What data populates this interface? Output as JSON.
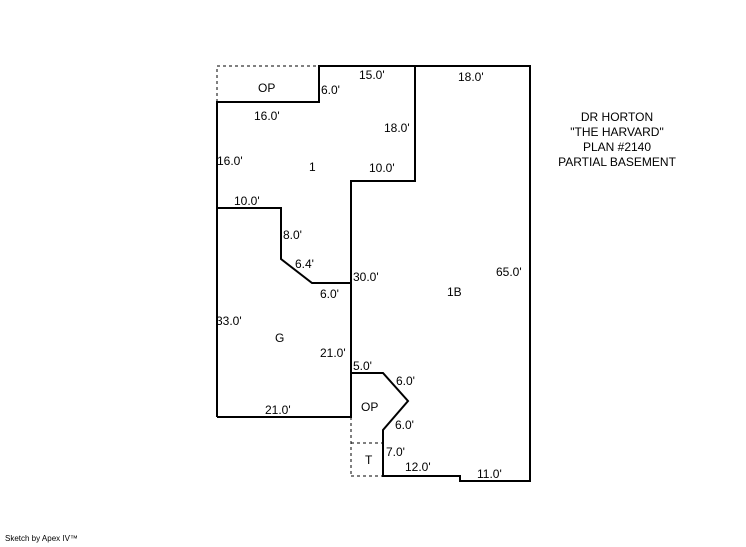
{
  "title_block": {
    "lines": [
      "DR HORTON",
      "\"THE HARVARD\"",
      "PLAN #2140",
      "PARTIAL BASEMENT"
    ]
  },
  "footer": {
    "credit": "Sketch by Apex IV™"
  },
  "areas": {
    "op_top": "OP",
    "first_floor": "1",
    "garage": "G",
    "basement": "1B",
    "op_bottom": "OP",
    "terrace": "T"
  },
  "dimensions": {
    "op_right": "6.0'",
    "top_mid": "15.0'",
    "top_right": "18.0'",
    "first_bottom": "16.0'",
    "mid_vertical": "18.0'",
    "first_left": "16.0'",
    "step_horizontal": "10.0'",
    "garage_top": "10.0'",
    "garage_notch_v": "8.0'",
    "garage_diag": "6.4'",
    "garage_notch_h": "6.0'",
    "center_vertical": "30.0'",
    "right_wall": "65.0'",
    "garage_left": "33.0'",
    "garage_right": "21.0'",
    "garage_bottom": "21.0'",
    "op_top_edge": "5.0'",
    "op_diag_top": "6.0'",
    "op_diag_bottom": "6.0'",
    "t_vertical": "7.0'",
    "bottom_left": "12.0'",
    "bottom_right": "11.0'"
  }
}
